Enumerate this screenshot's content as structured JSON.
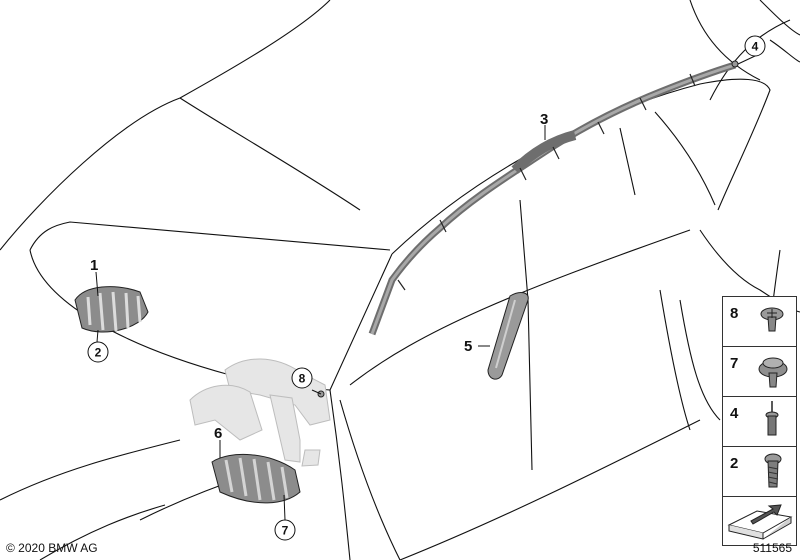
{
  "labels": {
    "part_1": "1",
    "part_2": "2",
    "part_3": "3",
    "part_4": "4",
    "part_5": "5",
    "part_6": "6",
    "part_7": "7",
    "part_8": "8"
  },
  "side_panel": {
    "items": [
      {
        "number": "8",
        "icon": "screw-pan-head-icon"
      },
      {
        "number": "7",
        "icon": "screw-washer-head-icon"
      },
      {
        "number": "4",
        "icon": "blind-rivet-icon"
      },
      {
        "number": "2",
        "icon": "bolt-icon"
      },
      {
        "number": "",
        "icon": "sheet-metal-arrow-icon"
      }
    ]
  },
  "footer": {
    "copyright": "© 2020 BMW AG",
    "drawing_id": "511565"
  },
  "colors": {
    "line": "#111111",
    "part_gray": "#8c8c8c",
    "ghost_gray": "#d9d9d9"
  }
}
